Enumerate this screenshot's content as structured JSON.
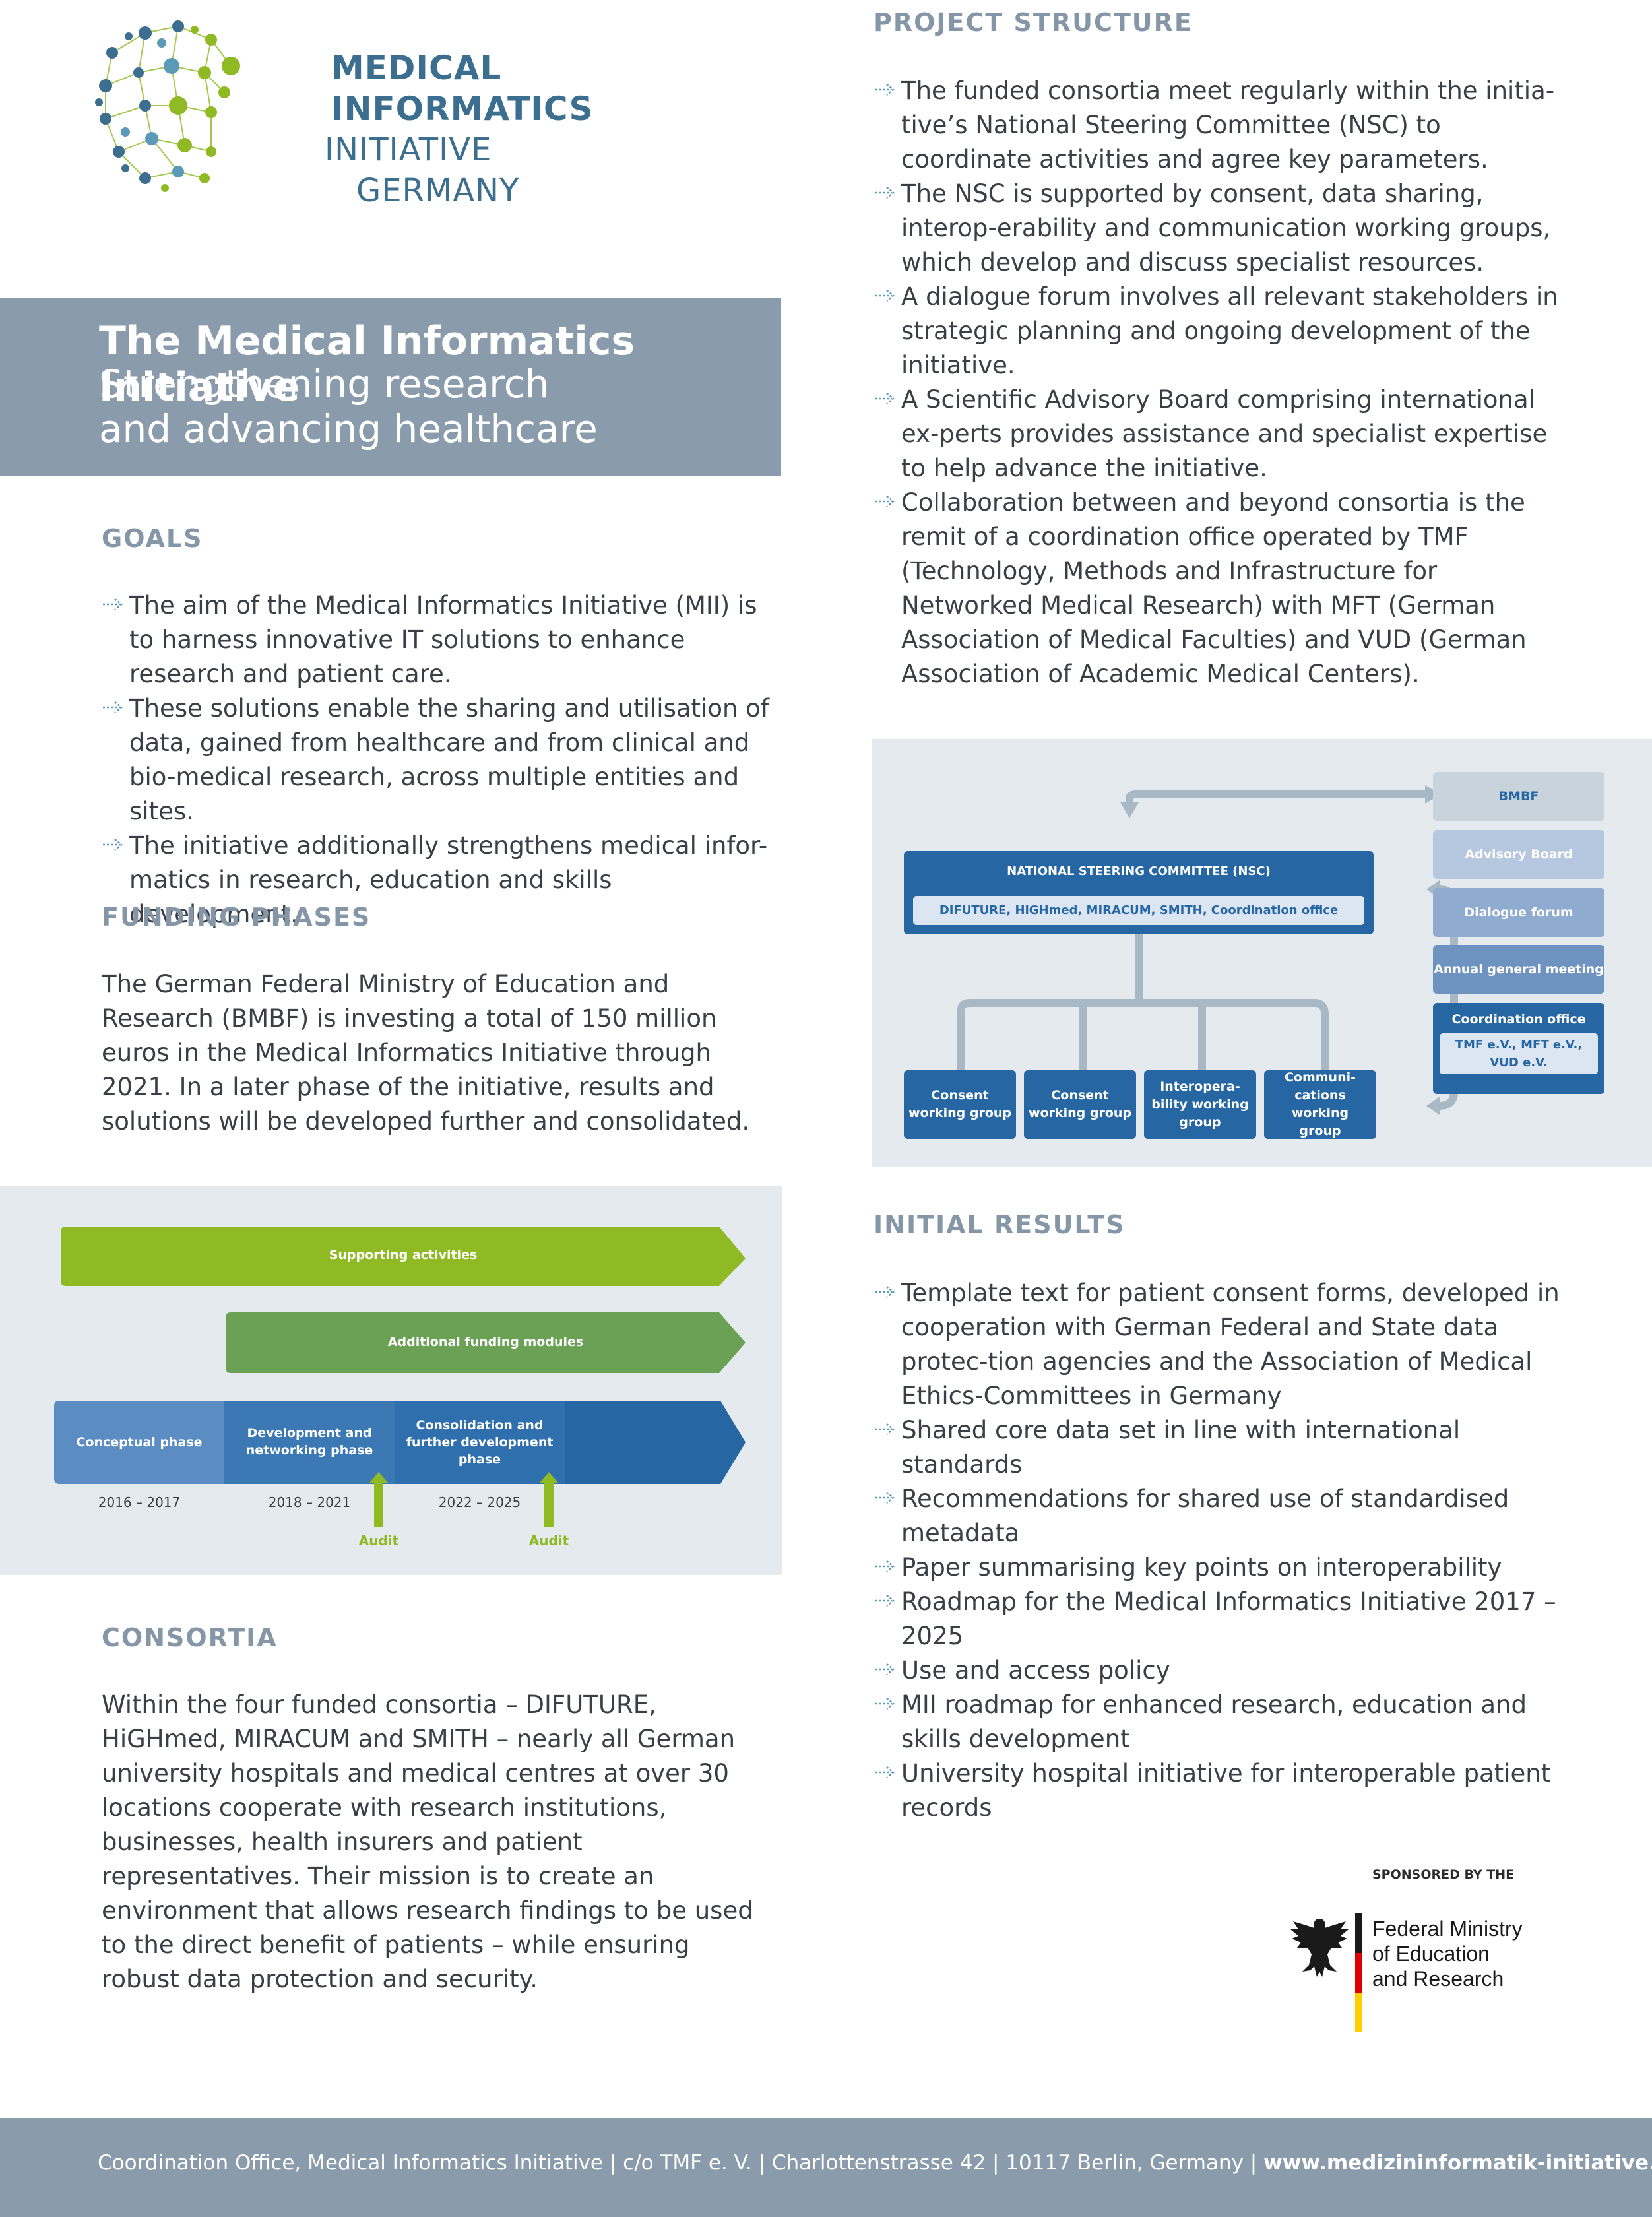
{
  "logo": {
    "line1": "MEDICAL",
    "line2": "INFORMATICS",
    "line3": "INITIATIVE",
    "line4": "GERMANY"
  },
  "title": {
    "main": "The Medical Informatics Initiative",
    "sub_line1": "Strengthening research",
    "sub_line2": "and advancing healthcare"
  },
  "goals": {
    "heading": "GOALS",
    "items": [
      "The aim of the Medical Informatics Initiative (MII) is to harness innovative IT solutions to enhance research and patient care.",
      "These solutions enable the sharing and utilisation of data, gained from healthcare and from clinical and bio-medical research, across multiple entities and sites.",
      "The initiative additionally strengthens medical infor-matics in research, education and skills development."
    ]
  },
  "funding": {
    "heading": "FUNDING PHASES",
    "text": "The German Federal Ministry of Education and Research (BMBF) is investing a total of 150 million euros in the Medical Informatics Initiative through 2021. In a later phase of the initiative, results and solutions will be developed further and consolidated.",
    "diagram": {
      "supporting": "Supporting activities",
      "additional": "Additional funding modules",
      "phase1": "Conceptual phase",
      "phase2_l1": "Development and",
      "phase2_l2": "networking phase",
      "phase3_l1": "Consolidation and",
      "phase3_l2": "further development",
      "phase3_l3": "phase",
      "year1": "2016 – 2017",
      "year2": "2018 – 2021",
      "year3": "2022 – 2025",
      "audit1": "Audit",
      "audit2": "Audit"
    }
  },
  "consortia": {
    "heading": "CONSORTIA",
    "text": "Within the four funded consortia – DIFUTURE, HiGHmed, MIRACUM and SMITH – nearly all German university hospitals and medical centres at over 30 locations cooperate with research institutions, businesses, health insurers and patient representatives. Their mission is to create an environment that allows research findings to be used to the direct benefit of patients – while ensuring robust data protection and security."
  },
  "structure": {
    "heading": "PROJECT STRUCTURE",
    "items": [
      "The funded consortia meet regularly within the initia-tive’s National Steering Committee (NSC) to coordinate activities and agree key parameters.",
      "The NSC is supported by consent, data sharing, interop-erability and communication working groups, which develop and discuss specialist resources.",
      "A dialogue forum involves all relevant stakeholders in strategic planning and ongoing development of the initiative.",
      "A Scientific Advisory Board comprising international ex-perts provides assistance and specialist expertise to help advance the initiative.",
      "Collaboration between and beyond consortia is the remit of a coordination office operated by TMF (Technology, Methods and Infrastructure for Networked Medical Research) with MFT (German Association of Medical Faculties) and VUD (German Association of Academic Medical Centers)."
    ],
    "diagram": {
      "nsc_title": "NATIONAL STEERING COMMITTEE (NSC)",
      "nsc_members": "DIFUTURE, HiGHmed, MIRACUM, SMITH, Coordination office",
      "wg1_l1": "Consent",
      "wg1_l2": "working group",
      "wg2_l1": "Consent",
      "wg2_l2": "working group",
      "wg3_l1": "Interopera-",
      "wg3_l2": "bility working",
      "wg3_l3": "group",
      "wg4_l1": "Communi-",
      "wg4_l2": "cations working",
      "wg4_l3": "group",
      "bmbf": "BMBF",
      "advisory": "Advisory Board",
      "dialogue": "Dialogue forum",
      "agm": "Annual general meeting",
      "coord_title": "Coordination office",
      "coord_l1": "TMF e.V., MFT e.V.,",
      "coord_l2": "VUD e.V."
    }
  },
  "results": {
    "heading": "INITIAL RESULTS",
    "items": [
      "Template text for patient consent forms, developed in cooperation with German Federal and State data protec-tion agencies and the Association of Medical Ethics-Committees in Germany",
      "Shared core data set in line with international standards",
      "Recommendations for shared use of standardised metadata",
      "Paper summarising key points on interoperability",
      "Roadmap for the Medical Informatics Initiative 2017 – 2025",
      "Use and access policy",
      "MII roadmap for enhanced research, education and skills development",
      "University hospital initiative for interoperable patient records"
    ]
  },
  "sponsor": {
    "label": "SPONSORED BY THE",
    "line1": "Federal Ministry",
    "line2": "of Education",
    "line3": "and Research"
  },
  "footer": {
    "address": "Coordination Office, Medical Informatics Initiative | c/o TMF e. V. | Charlottenstrasse 42 | 10117 Berlin, Germany | ",
    "url": "www.medizininformatik-initiative.de/en"
  },
  "colors": {
    "banner": "#8a9cab",
    "heading": "#8597a6",
    "green_light": "#8fba24",
    "green_dark": "#6aa155",
    "blue_dark": "#2566a3",
    "blue_mid": "#5b8cc2",
    "panel": "#e5eaee"
  }
}
